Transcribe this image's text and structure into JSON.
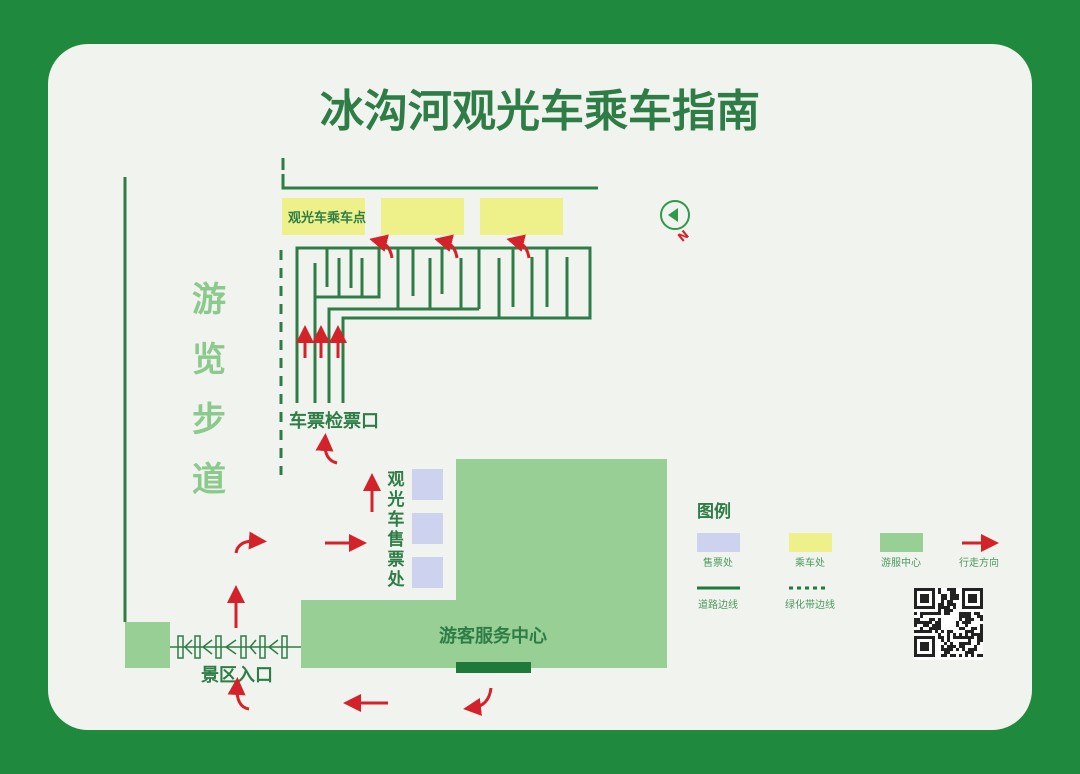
{
  "title": "冰沟河观光车乘车指南",
  "labels": {
    "boarding_point": "观光车乘车点",
    "ticket_check": "车票检票口",
    "walkway": [
      "游",
      "览",
      "步",
      "道"
    ],
    "ticket_office": [
      "观",
      "光",
      "车",
      "售",
      "票",
      "处"
    ],
    "visitor_center": "游客服务中心",
    "entrance": "景区入口",
    "compass_north": "N"
  },
  "legend": {
    "title": "图例",
    "items": [
      {
        "label": "售票处",
        "color": "#cdd3ee"
      },
      {
        "label": "乘车处",
        "color": "#eef08a"
      },
      {
        "label": "游服中心",
        "color": "#97cf94"
      },
      {
        "label": "行走方向",
        "color": "#d4222a"
      },
      {
        "label": "道路边线",
        "color": "#1e7a3a"
      },
      {
        "label": "绿化带边线",
        "color": "#1e7a3a"
      }
    ]
  },
  "colors": {
    "border": "#1f8a3d",
    "background": "#f1f3ee",
    "line": "#2e7d46",
    "walkway_text": "#8cc98c"
  }
}
